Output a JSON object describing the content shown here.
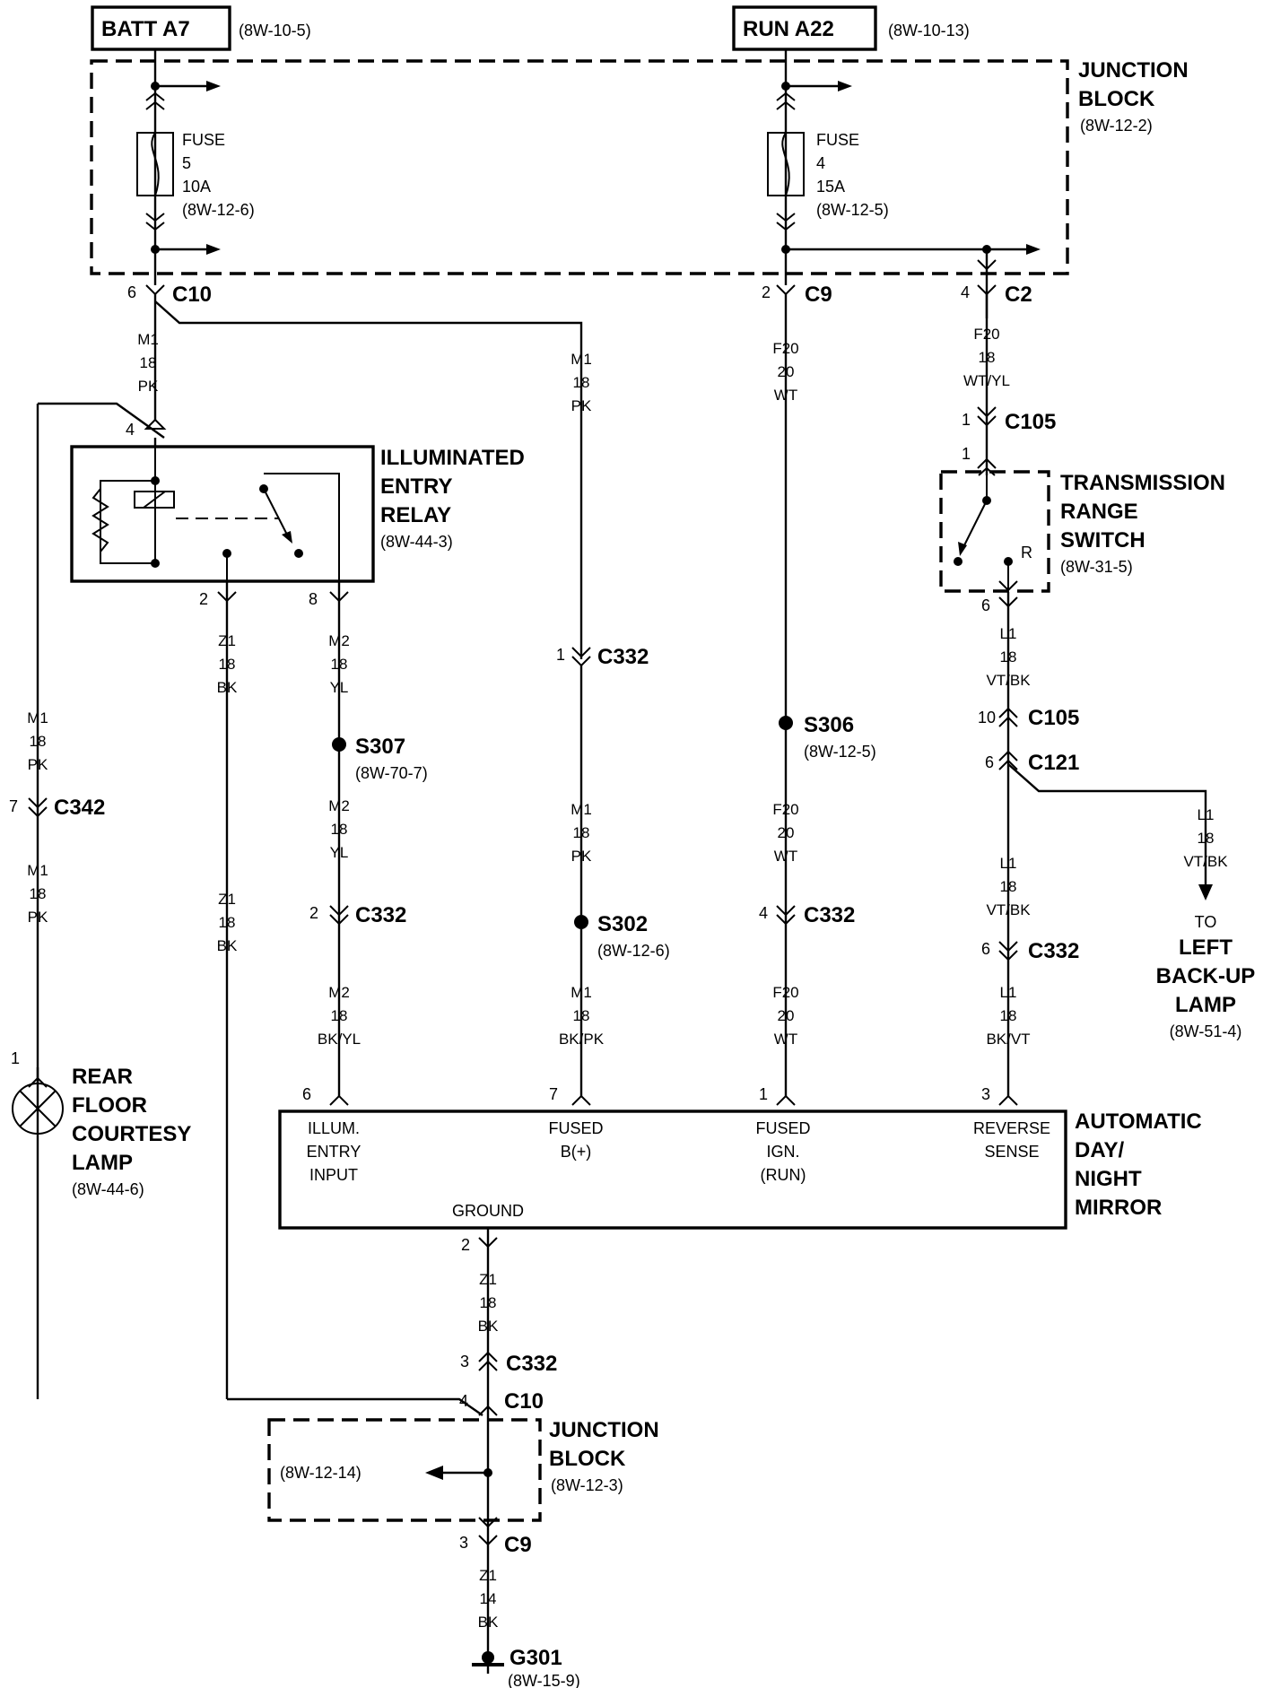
{
  "sources": {
    "batt": {
      "label": "BATT A7",
      "ref": "(8W-10-5)"
    },
    "run": {
      "label": "RUN A22",
      "ref": "(8W-10-13)"
    }
  },
  "junction_block_top": {
    "title_1": "JUNCTION",
    "title_2": "BLOCK",
    "ref": "(8W-12-2)"
  },
  "fuses": {
    "fuse5": {
      "word": "FUSE",
      "num": "5",
      "amp": "10A",
      "ref": "(8W-12-6)"
    },
    "fuse4": {
      "word": "FUSE",
      "num": "4",
      "amp": "15A",
      "ref": "(8W-12-5)"
    }
  },
  "connectors": {
    "c10_top": {
      "pin": "6",
      "name": "C10"
    },
    "c9_top": {
      "pin": "2",
      "name": "C9"
    },
    "c2": {
      "pin": "4",
      "name": "C2"
    },
    "c105_a": {
      "pin": "1",
      "name": "C105"
    },
    "c105_b": {
      "pin": "10",
      "name": "C105"
    },
    "c121": {
      "pin": "6",
      "name": "C121"
    },
    "c342": {
      "pin": "7",
      "name": "C342"
    },
    "c332_m1": {
      "pin": "1",
      "name": "C332"
    },
    "c332_m2": {
      "pin": "2",
      "name": "C332"
    },
    "c332_f20": {
      "pin": "4",
      "name": "C332"
    },
    "c332_l1": {
      "pin": "6",
      "name": "C332"
    },
    "c332_z1": {
      "pin": "3",
      "name": "C332"
    },
    "c10_bot": {
      "pin": "4",
      "name": "C10"
    },
    "c9_bot": {
      "pin": "3",
      "name": "C9"
    }
  },
  "relay": {
    "title_1": "ILLUMINATED",
    "title_2": "ENTRY",
    "title_3": "RELAY",
    "ref": "(8W-44-3)",
    "pin_in": "4",
    "pin_gnd": "2",
    "pin_out": "8"
  },
  "switch": {
    "title_1": "TRANSMISSION",
    "title_2": "RANGE",
    "title_3": "SWITCH",
    "ref": "(8W-31-5)",
    "pin_in": "1",
    "pin_out": "6",
    "pos": "R"
  },
  "wires": {
    "m1_top": {
      "c": "M1",
      "g": "18",
      "col": "PK"
    },
    "m1_mid": {
      "c": "M1",
      "g": "18",
      "col": "PK"
    },
    "m1_low": {
      "c": "M1",
      "g": "18",
      "col": "PK"
    },
    "m1_bot": {
      "c": "M1",
      "g": "18",
      "col": "BK/PK"
    },
    "m1_left_a": {
      "c": "M1",
      "g": "18",
      "col": "PK"
    },
    "m1_left_b": {
      "c": "M1",
      "g": "18",
      "col": "PK"
    },
    "z1_a": {
      "c": "Z1",
      "g": "18",
      "col": "BK"
    },
    "z1_b": {
      "c": "Z1",
      "g": "18",
      "col": "BK"
    },
    "z1_gnd": {
      "c": "Z1",
      "g": "18",
      "col": "BK"
    },
    "z1_g301": {
      "c": "Z1",
      "g": "14",
      "col": "BK"
    },
    "m2_a": {
      "c": "M2",
      "g": "18",
      "col": "YL"
    },
    "m2_b": {
      "c": "M2",
      "g": "18",
      "col": "YL"
    },
    "m2_c": {
      "c": "M2",
      "g": "18",
      "col": "BK/YL"
    },
    "f20_a": {
      "c": "F20",
      "g": "20",
      "col": "WT"
    },
    "f20_b": {
      "c": "F20",
      "g": "20",
      "col": "WT"
    },
    "f20_c": {
      "c": "F20",
      "g": "20",
      "col": "WT"
    },
    "f20_sw": {
      "c": "F20",
      "g": "18",
      "col": "WT/YL"
    },
    "l1_a": {
      "c": "L1",
      "g": "18",
      "col": "VT/BK"
    },
    "l1_b": {
      "c": "L1",
      "g": "18",
      "col": "VT/BK"
    },
    "l1_c": {
      "c": "L1",
      "g": "18",
      "col": "BK/VT"
    },
    "l1_back": {
      "c": "L1",
      "g": "18",
      "col": "VT/BK"
    }
  },
  "splices": {
    "s307": {
      "name": "S307",
      "ref": "(8W-70-7)"
    },
    "s302": {
      "name": "S302",
      "ref": "(8W-12-6)"
    },
    "s306": {
      "name": "S306",
      "ref": "(8W-12-5)"
    }
  },
  "mirror": {
    "title_1": "AUTOMATIC",
    "title_2": "DAY/",
    "title_3": "NIGHT",
    "title_4": "MIRROR",
    "pins": {
      "illum": {
        "pin": "6",
        "l1": "ILLUM.",
        "l2": "ENTRY",
        "l3": "INPUT"
      },
      "fused_b": {
        "pin": "7",
        "l1": "FUSED",
        "l2": "B(+)"
      },
      "fused_ign": {
        "pin": "1",
        "l1": "FUSED",
        "l2": "IGN.",
        "l3": "(RUN)"
      },
      "reverse": {
        "pin": "3",
        "l1": "REVERSE",
        "l2": "SENSE"
      },
      "ground": {
        "pin": "2",
        "l1": "GROUND"
      }
    }
  },
  "lamp": {
    "pin": "1",
    "t1": "REAR",
    "t2": "FLOOR",
    "t3": "COURTESY",
    "t4": "LAMP",
    "ref": "(8W-44-6)"
  },
  "backup": {
    "to": "TO",
    "t1": "LEFT",
    "t2": "BACK-UP",
    "t3": "LAMP",
    "ref": "(8W-51-4)"
  },
  "junction_block_bot": {
    "title_1": "JUNCTION",
    "title_2": "BLOCK",
    "ref": "(8W-12-3)",
    "side_ref": "(8W-12-14)"
  },
  "ground_point": {
    "name": "G301",
    "ref": "(8W-15-9)"
  }
}
